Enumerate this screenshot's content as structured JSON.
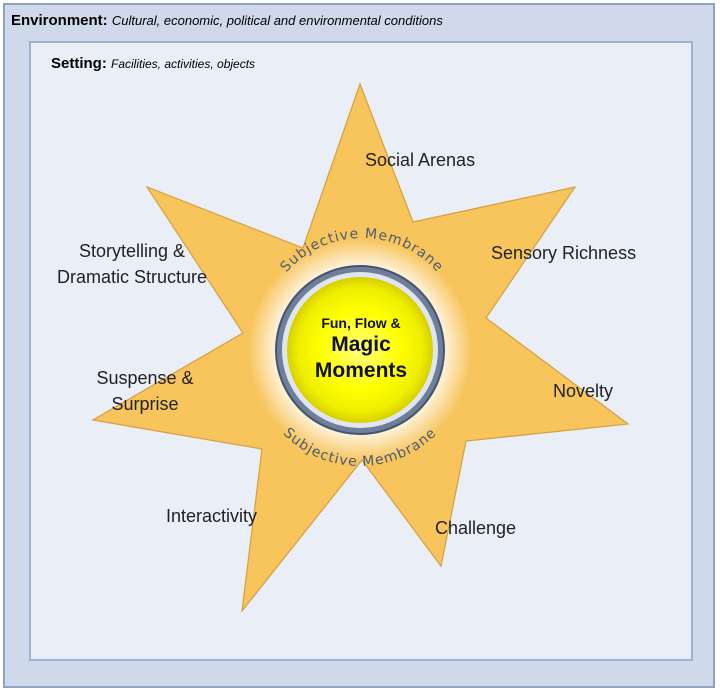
{
  "environment": {
    "title": "Environment:",
    "subtitle": "Cultural, economic, political and environmental conditions"
  },
  "setting": {
    "title": "Setting:",
    "subtitle": "Facilities, activities, objects"
  },
  "star_points": [
    "Social Arenas",
    "Sensory Richness",
    "Novelty",
    "Challenge",
    "Interactivity",
    "Suspense & Surprise",
    "Storytelling & Dramatic Structure"
  ],
  "labels": {
    "social": "Social Arenas",
    "sensory": "Sensory Richness",
    "novelty": "Novelty",
    "challenge": "Challenge",
    "interactivity": "Interactivity",
    "suspense_1": "Suspense &",
    "suspense_2": "Surprise",
    "story_1": "Storytelling &",
    "story_2": "Dramatic Structure"
  },
  "membrane": {
    "top": "Subjective Membrane",
    "bottom": "Subjective Membrane"
  },
  "center": {
    "line1": "Fun, Flow &",
    "line2": "Magic",
    "line3": "Moments"
  },
  "colors": {
    "star": "#f8c55c",
    "core": "#fff200",
    "membrane": "#6f7f99"
  }
}
